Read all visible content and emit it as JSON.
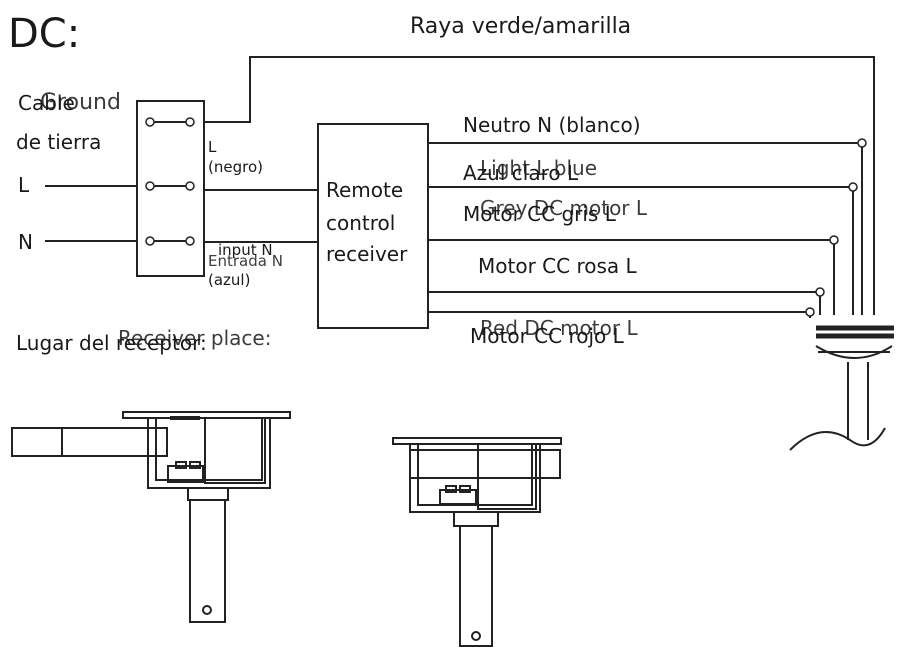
{
  "heading": "DC:",
  "labels": {
    "ground_wire": "Raya verde/amarilla",
    "ground_es": "Cable",
    "ground_en": "Ground",
    "ground_es_2": "de tierra",
    "line": "L",
    "neutral": "N",
    "l_black_1": "L",
    "l_black_2": "(negro)",
    "input_n": "input N",
    "entrada_n": "Entrada N",
    "azul": "(azul)",
    "receiver_1": "Remote",
    "receiver_2": "control",
    "receiver_3": "receiver",
    "neutro": "Neutro N (blanco)",
    "azul_claro": "Azul claro L",
    "light_blue": "Light L  blue",
    "motor_gris": "Motor CC gris L",
    "grey_motor": "Grey DC motor L",
    "motor_rosa": "Motor CC rosa L",
    "red_motor": "Red DC motor L",
    "motor_rojo": "Motor CC rojo L",
    "lugar": "Lugar del receptor:",
    "receiver_place": "Receiver place:"
  }
}
